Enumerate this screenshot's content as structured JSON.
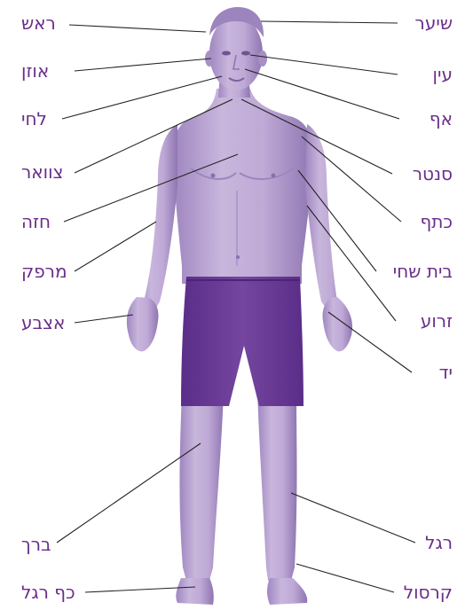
{
  "colors": {
    "label": "#6a2d8a",
    "skin": "#b79fd0",
    "skin_dark": "#8f76b2",
    "shorts": "#6a3a98",
    "leader": "#222222"
  },
  "labels_left": [
    {
      "id": "head",
      "text": "ראש"
    },
    {
      "id": "ear",
      "text": "אוזן"
    },
    {
      "id": "cheek",
      "text": "לחי"
    },
    {
      "id": "neck",
      "text": "צוואר"
    },
    {
      "id": "chest",
      "text": "חזה"
    },
    {
      "id": "elbow",
      "text": "מרפק"
    },
    {
      "id": "finger",
      "text": "אצבע"
    },
    {
      "id": "knee",
      "text": "ברך"
    },
    {
      "id": "foot-sole",
      "text": "כף רגל"
    }
  ],
  "labels_right": [
    {
      "id": "hair",
      "text": "שיער"
    },
    {
      "id": "eye",
      "text": "עין"
    },
    {
      "id": "nose",
      "text": "אף"
    },
    {
      "id": "chin",
      "text": "סנטר"
    },
    {
      "id": "shoulder",
      "text": "כתף"
    },
    {
      "id": "armpit",
      "text": "בית שחי"
    },
    {
      "id": "arm",
      "text": "זרוע"
    },
    {
      "id": "hand",
      "text": "יד"
    },
    {
      "id": "leg",
      "text": "רגל"
    },
    {
      "id": "ankle",
      "text": "קרסול"
    }
  ]
}
